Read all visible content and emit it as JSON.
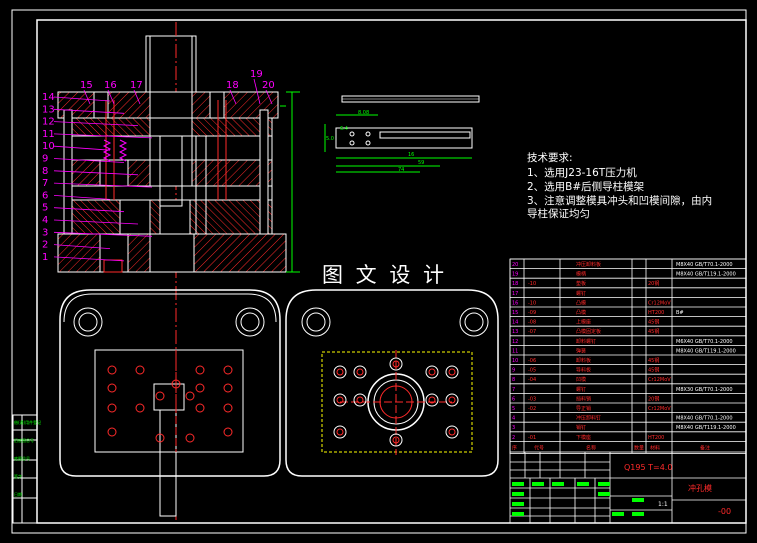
{
  "requirements": {
    "title": "技术要求:",
    "lines": [
      "1、选用J23-16T压力机",
      "2、选用B#后侧导柱模架",
      "3、注意调整模具冲头和凹模间隙，由内",
      "导柱保证均匀"
    ]
  },
  "watermark": "图 文 设 计",
  "section_view": {
    "callouts_left": [
      "14",
      "13",
      "12",
      "11",
      "10",
      "9",
      "8",
      "7",
      "6",
      "5",
      "4",
      "3",
      "2",
      "1"
    ],
    "callouts_top": [
      "15",
      "16",
      "17",
      "18",
      "19",
      "20"
    ]
  },
  "strip": {
    "dim_labels": [
      "8.08",
      "5.0",
      "6.4",
      "16",
      "59",
      "74"
    ]
  },
  "bom": {
    "rows": [
      {
        "no": "20",
        "code": "",
        "name": "冲压卸料板",
        "qty": "",
        "material": "",
        "note": "M8X40 GB/T70.1-2000"
      },
      {
        "no": "19",
        "code": "",
        "name": "模柄",
        "qty": "",
        "material": "",
        "note": "M8X40 GB/T119.1-2000"
      },
      {
        "no": "18",
        "code": "-10",
        "name": "垫板",
        "qty": "",
        "material": "20钢",
        "note": ""
      },
      {
        "no": "17",
        "code": "",
        "name": "螺钉",
        "qty": "",
        "material": "",
        "note": ""
      },
      {
        "no": "16",
        "code": "-10",
        "name": "凸模",
        "qty": "",
        "material": "Cr12MoV",
        "note": ""
      },
      {
        "no": "15",
        "code": "-09",
        "name": "凸模",
        "qty": "",
        "material": "HT200",
        "note": "B#"
      },
      {
        "no": "14",
        "code": "-08",
        "name": "上模座",
        "qty": "",
        "material": "45钢",
        "note": ""
      },
      {
        "no": "13",
        "code": "-07",
        "name": "凸模固定板",
        "qty": "",
        "material": "45钢",
        "note": ""
      },
      {
        "no": "12",
        "code": "",
        "name": "卸料螺钉",
        "qty": "",
        "material": "",
        "note": "M6X40 GB/T70.1-2000"
      },
      {
        "no": "11",
        "code": "",
        "name": "弹簧",
        "qty": "",
        "material": "",
        "note": "M8X40 GB/T119.1-2000"
      },
      {
        "no": "10",
        "code": "-06",
        "name": "卸料板",
        "qty": "",
        "material": "45钢",
        "note": ""
      },
      {
        "no": "9",
        "code": "-05",
        "name": "导料板",
        "qty": "",
        "material": "45钢",
        "note": ""
      },
      {
        "no": "8",
        "code": "-04",
        "name": "凹模",
        "qty": "",
        "material": "Cr12MoV",
        "note": ""
      },
      {
        "no": "7",
        "code": "",
        "name": "螺钉",
        "qty": "",
        "material": "",
        "note": "M8X30 GB/T70.1-2000"
      },
      {
        "no": "6",
        "code": "-03",
        "name": "挡料销",
        "qty": "",
        "material": "20钢",
        "note": ""
      },
      {
        "no": "5",
        "code": "-02",
        "name": "导正销",
        "qty": "",
        "material": "Cr12MoV",
        "note": ""
      },
      {
        "no": "4",
        "code": "",
        "name": "冲压卸料钉",
        "qty": "",
        "material": "",
        "note": "M8X40 GB/T70.1-2000"
      },
      {
        "no": "3",
        "code": "",
        "name": "销钉",
        "qty": "",
        "material": "",
        "note": "M8X40 GB/T119.1-2000"
      },
      {
        "no": "2",
        "code": "-01",
        "name": "下模座",
        "qty": "",
        "material": "HT200",
        "note": ""
      }
    ],
    "header": {
      "no": "序",
      "code": "代号",
      "name": "名称",
      "qty": "数量",
      "material": "材料",
      "note": "备注"
    }
  },
  "title_block": {
    "material": "Q195  T=4.0",
    "drawing_name": "冲孔模",
    "drawing_no": "-00",
    "scale": "1:1"
  },
  "left_stamp": [
    "借(通)用件登记",
    "旧底图总号",
    "底图总号",
    "签字",
    "日期"
  ],
  "colors": {
    "frame": "#ffffff",
    "red": "#ff2a2a",
    "magenta": "#ff00ff",
    "green": "#00ff00",
    "yellow": "#ffff00",
    "cyan": "#00ffff",
    "hatch": "#ff2a2a"
  }
}
